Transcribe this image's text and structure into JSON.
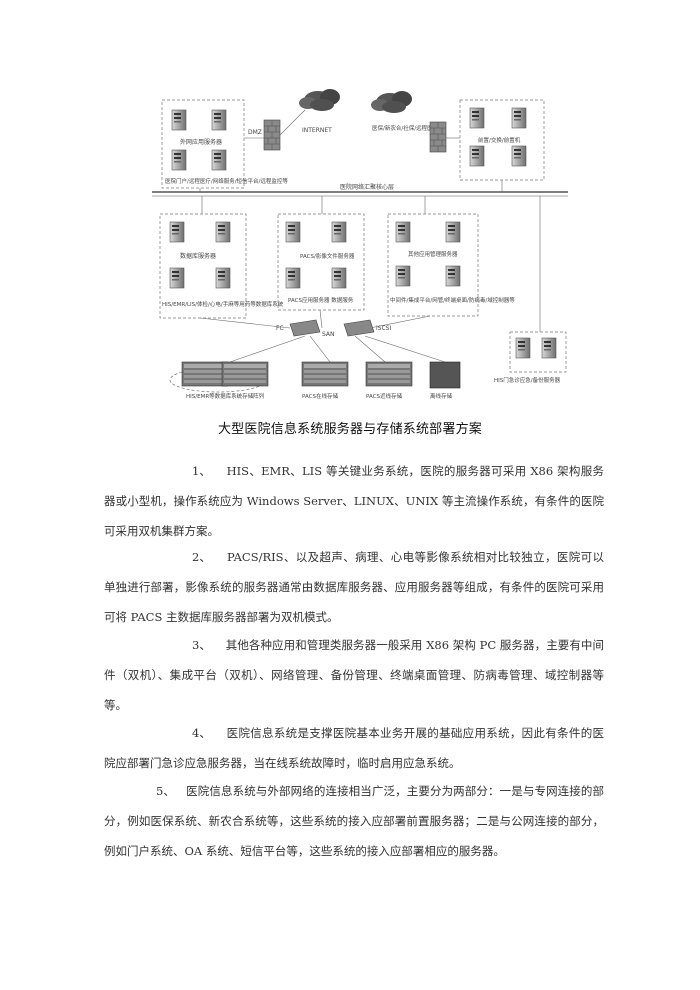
{
  "diagram": {
    "labels": {
      "internet": "INTERNET",
      "dmz": "DMZ",
      "external_app_servers": "外网应用服务器",
      "external_app_services": "医院门户/远程医疗/网络服务/短信平台/远程监控等",
      "remote": "医保/新农合/社保/远程医疗",
      "fw_right": "",
      "backup_servers": "前置/交换/前置机",
      "core_layer": "医院网络汇聚核心层",
      "db_server": "数据库服务器",
      "his_sys": "HIS/EMR/LIS/体检/心电/手麻等用药等数据库系统",
      "pacs_server": "PACS/影像文件服务器",
      "pacs_group": "PACS应用服务器 数据服务",
      "other_server": "其他应用管理服务器",
      "other_sys": "中间件/集成平台/网管/终端桌面/防病毒/域控制器等",
      "fc": "FC",
      "san": "SAN",
      "iscsi": "iSCSI",
      "his_storage": "HIS/EMR等数据库系统存储阵列",
      "pacs_online": "PACS在线存储",
      "pacs_nearline": "PACS近线存储",
      "offline": "离线存储",
      "emergency": "HIS门急诊应急/备份服务器"
    }
  },
  "caption": "大型医院信息系统服务器与存储系统部署方案",
  "paragraphs": [
    {
      "num": "1、",
      "text": "HIS、EMR、LIS 等关键业务系统，医院的服务器可采用 X86 架构服务器或小型机，操作系统应为 Windows Server、LINUX、UNIX 等主流操作系统，有条件的医院可采用双机集群方案。"
    },
    {
      "num": "2、",
      "text": "PACS/RIS、以及超声、病理、心电等影像系统相对比较独立，医院可以单独进行部署，影像系统的服务器通常由数据库服务器、应用服务器等组成，有条件的医院可采用可将 PACS 主数据库服务器部署为双机模式。"
    },
    {
      "num": "3、",
      "text": "其他各种应用和管理类服务器一般采用 X86 架构 PC 服务器，主要有中间件（双机）、集成平台（双机）、网络管理、备份管理、终端桌面管理、防病毒管理、域控制器等等。"
    },
    {
      "num": "4、",
      "text": "医院信息系统是支撑医院基本业务开展的基础应用系统，因此有条件的医院应部署门急诊应急服务器，当在线系统故障时，临时启用应急系统。"
    },
    {
      "num": "5、",
      "text": "医院信息系统与外部网络的连接相当广泛，主要分为两部分：一是与专网连接的部分，例如医保系统、新农合系统等，这些系统的接入应部署前置服务器；二是与公网连接的部分，例如门户系统、OA 系统、短信平台等，这些系统的接入应部署相应的服务器。"
    }
  ]
}
